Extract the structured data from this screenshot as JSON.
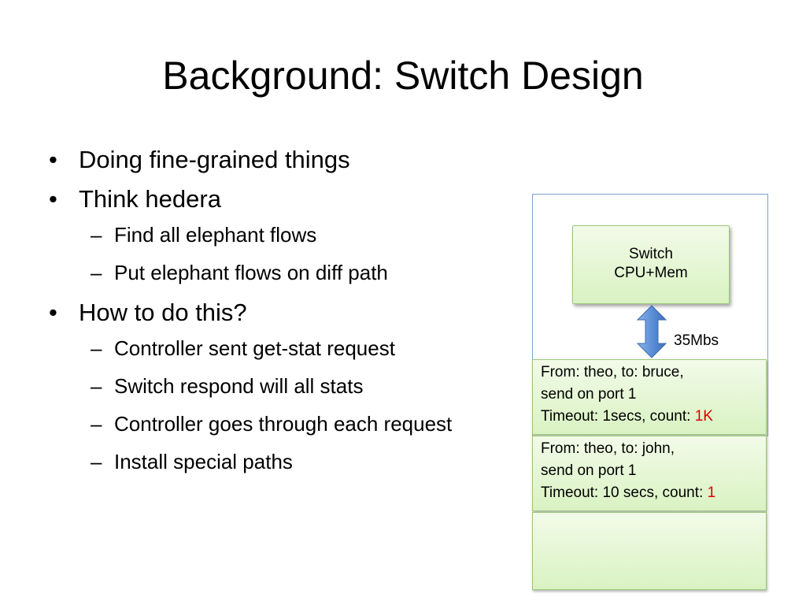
{
  "slide": {
    "title": "Background: Switch Design"
  },
  "bullets": [
    {
      "level": 1,
      "marker": "•",
      "text": "Doing fine-grained things"
    },
    {
      "level": 1,
      "marker": "•",
      "text": "Think hedera"
    },
    {
      "level": 2,
      "marker": "–",
      "text": "Find all elephant flows"
    },
    {
      "level": 2,
      "marker": "–",
      "text": "Put elephant flows on diff path"
    },
    {
      "level": 1,
      "marker": "•",
      "text": "How to do this?"
    },
    {
      "level": 2,
      "marker": "–",
      "text": "Controller sent get-stat request"
    },
    {
      "level": 2,
      "marker": "–",
      "text": "Switch respond will all stats"
    },
    {
      "level": 2,
      "marker": "–",
      "text": "Controller goes through each request"
    },
    {
      "level": 2,
      "marker": "–",
      "text": "Install special paths"
    }
  ],
  "diagram": {
    "switch": {
      "line1": "Switch",
      "line2": "CPU+Mem"
    },
    "rate": "35Mbs",
    "colors": {
      "box_border": "#9cc87a",
      "arrow": "#5b8fd6",
      "highlight": "#e00000"
    },
    "entries": [
      {
        "line1": "From: theo, to: bruce,",
        "line2": "send on port 1",
        "timeout": "Timeout: 1secs, count: ",
        "count": "1K"
      },
      {
        "line1": "From: theo, to: john,",
        "line2": "send on port 1",
        "timeout": "Timeout: 10 secs, count: ",
        "count": "1"
      }
    ]
  }
}
